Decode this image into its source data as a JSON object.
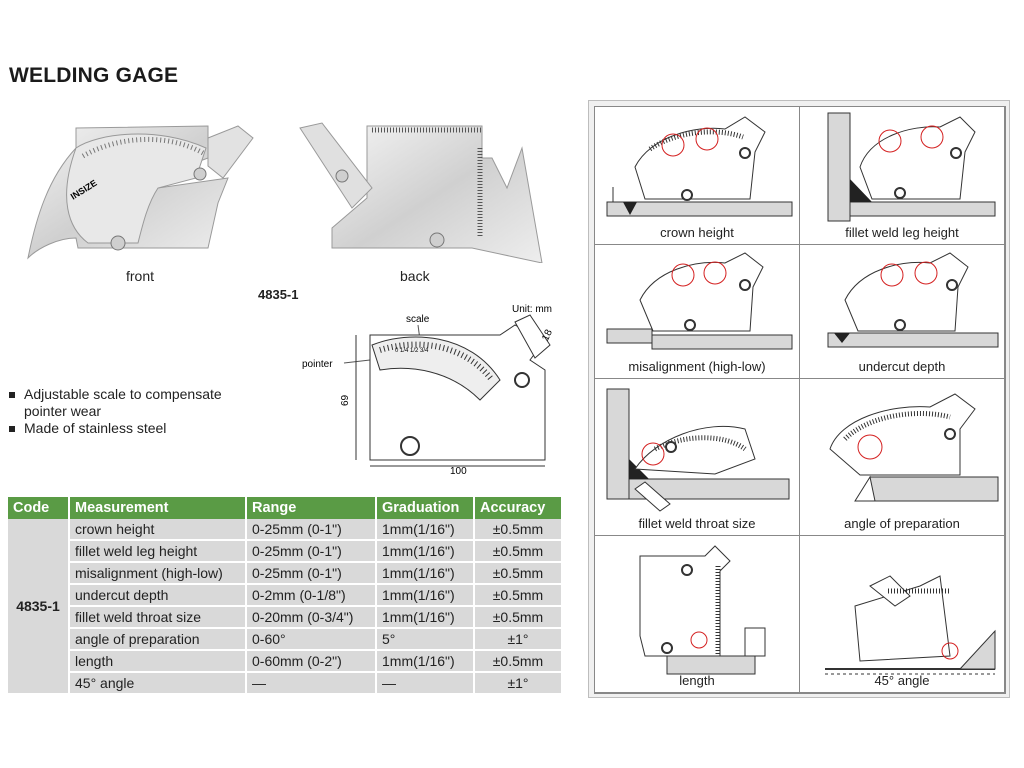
{
  "title": "WELDING GAGE",
  "photos": {
    "front_label": "front",
    "back_label": "back",
    "model": "4835-1",
    "logo": "INSIZE"
  },
  "diagram": {
    "unit": "Unit: mm",
    "scale_label": "scale",
    "pointer_label": "pointer",
    "dim_width": "100",
    "dim_height": "69",
    "dim_side": "18"
  },
  "features": [
    "Adjustable scale to compensate",
    "pointer wear",
    "Made of stainless steel"
  ],
  "table": {
    "headers": [
      "Code",
      "Measurement",
      "Range",
      "Graduation",
      "Accuracy"
    ],
    "code": "4835-1",
    "rows": [
      [
        "crown height",
        "0-25mm (0-1\")",
        "1mm(1/16\")",
        "±0.5mm"
      ],
      [
        "fillet weld leg height",
        "0-25mm (0-1\")",
        "1mm(1/16\")",
        "±0.5mm"
      ],
      [
        "misalignment (high-low)",
        "0-25mm (0-1\")",
        "1mm(1/16\")",
        "±0.5mm"
      ],
      [
        "undercut depth",
        "0-2mm (0-1/8\")",
        "1mm(1/16\")",
        "±0.5mm"
      ],
      [
        "fillet weld throat size",
        "0-20mm (0-3/4\")",
        "1mm(1/16\")",
        "±0.5mm"
      ],
      [
        "angle of preparation",
        "0-60°",
        "5°",
        "±1°"
      ],
      [
        "length",
        "0-60mm (0-2\")",
        "1mm(1/16\")",
        "±0.5mm"
      ],
      [
        "45° angle",
        "—",
        "—",
        "±1°"
      ]
    ]
  },
  "usage": [
    "crown height",
    "fillet weld leg height",
    "misalignment (high-low)",
    "undercut depth",
    "fillet weld throat size",
    "angle of preparation",
    "length",
    "45° angle"
  ],
  "colors": {
    "header_green": "#5a9b45",
    "row_gray": "#d9d9d9",
    "marker_red": "#d42020"
  }
}
